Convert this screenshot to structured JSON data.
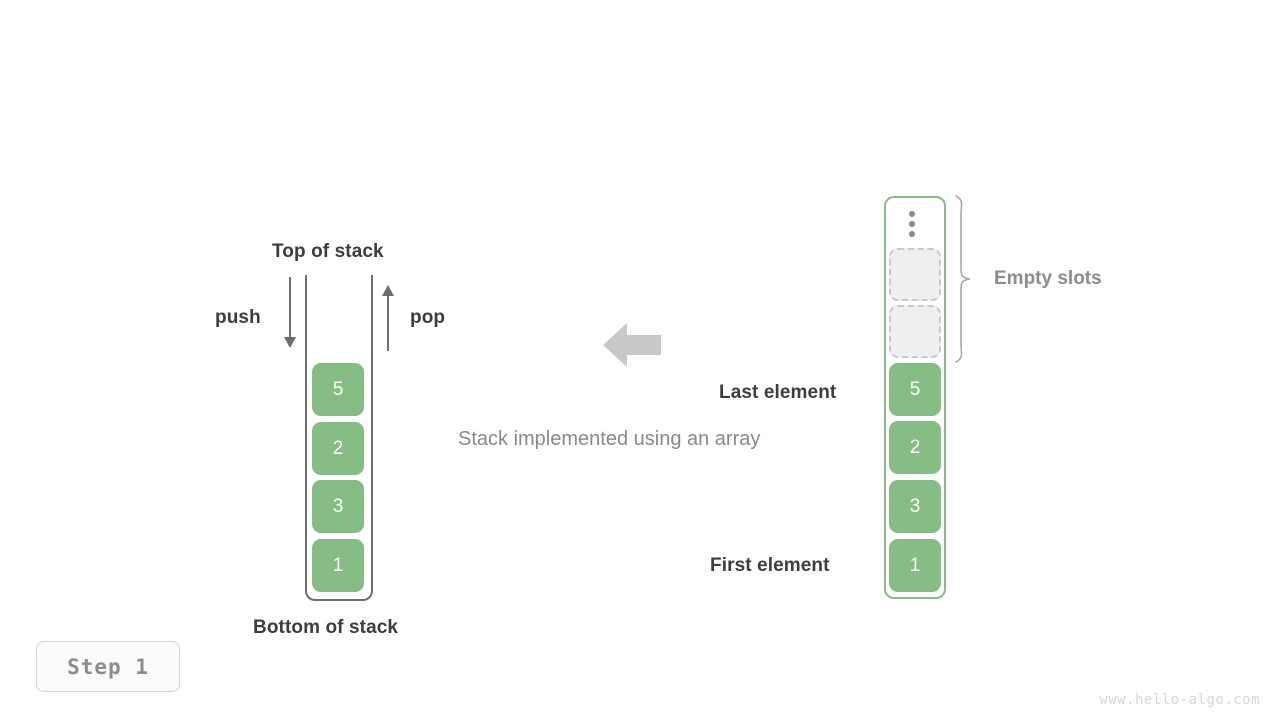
{
  "diagram": {
    "caption": "Stack implemented using an array",
    "left": {
      "top_label": "Top of stack",
      "bottom_label": "Bottom of stack",
      "push_label": "push",
      "pop_label": "pop",
      "cells": [
        "5",
        "2",
        "3",
        "1"
      ],
      "cell_color": "#85bd85",
      "wall_color": "#6e6e6e"
    },
    "right": {
      "empty_slots_label": "Empty slots",
      "last_element_label": "Last element",
      "first_element_label": "First element",
      "ellipsis_icon": "vertical-ellipsis-icon",
      "empty_slot_count": 2,
      "cells": [
        "5",
        "2",
        "3",
        "1"
      ],
      "border_color": "#85bd85",
      "empty_slot_fill": "#efefef",
      "empty_slot_border": "#c9c9c9"
    },
    "center_arrow": {
      "icon": "arrow-left-icon",
      "color": "#c8c8c8",
      "direction": "left"
    },
    "step_badge": "Step 1",
    "watermark": "www.hello-algo.com"
  }
}
